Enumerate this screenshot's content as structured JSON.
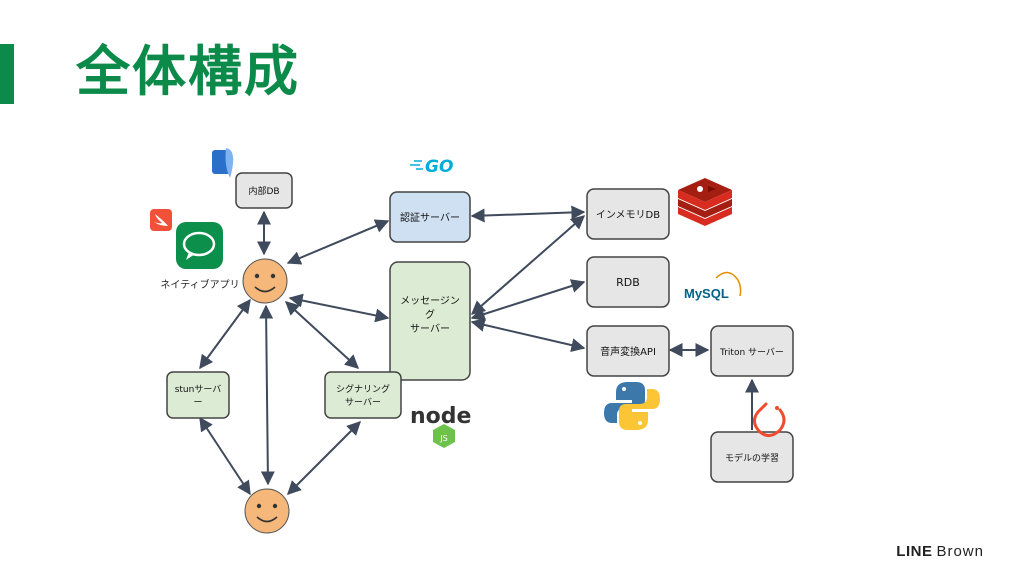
{
  "slide": {
    "title": "全体構成",
    "brand_line": "LINE",
    "brand_name": "Brown",
    "accent_color": "#0b8a4a"
  },
  "diagram": {
    "app_label": "ネイティブアプリ",
    "nodes": {
      "internal_db": "内部DB",
      "auth_server": "認証サーバー",
      "messaging_server_line1": "メッセージン",
      "messaging_server_line2": "グ",
      "messaging_server_line3": "サーバー",
      "inmemory_db": "インメモリDB",
      "rdb": "RDB",
      "voice_api": "音声変換API",
      "triton_server": "Triton サーバー",
      "model_training": "モデルの学習",
      "stun_server_line1": "stunサーバ",
      "stun_server_line2": "ー",
      "signaling_server_line1": "シグナリング",
      "signaling_server_line2": "サーバー"
    },
    "logos": {
      "go": "GO",
      "mysql": "MySQL",
      "node": "node",
      "node_js": "JS"
    },
    "icons": [
      "sqlite-icon",
      "swift-icon",
      "messages-app-icon",
      "go-logo",
      "redis-logo",
      "mysql-logo",
      "nodejs-logo",
      "python-logo",
      "pytorch-logo",
      "user-face-icon"
    ],
    "colors": {
      "gray_box": "#e6e6e6",
      "blue_box": "#cfe0f3",
      "green_box": "#dcebd3",
      "face": "#f5b77a",
      "edge": "#3f4a5c"
    }
  }
}
